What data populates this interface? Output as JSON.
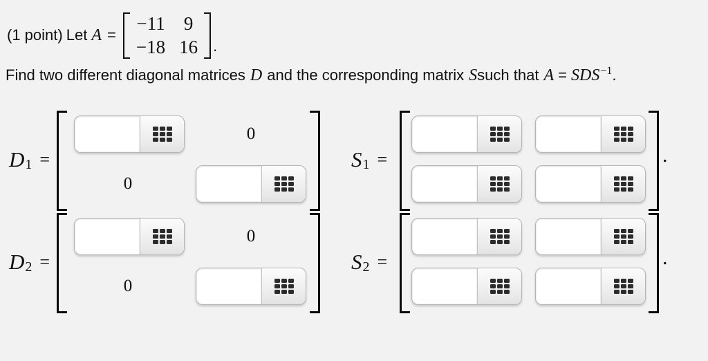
{
  "header": {
    "points": "(1 point)",
    "let_word": "Let",
    "var_a": "A",
    "equals_sign": "=",
    "matrix_a": {
      "r1c1": "−11",
      "r1c2": "9",
      "r2c1": "−18",
      "r2c2": "16"
    },
    "period": ".",
    "sentence": {
      "lead": "Find two different diagonal matrices",
      "var_d": "D",
      "mid": "and the corresponding matrix",
      "var_s": "S",
      "suchthat": "such that",
      "var_a": "A",
      "equals_sign": "=",
      "sds": "SDS",
      "exponent": "−1",
      "period": "."
    }
  },
  "icons": {
    "entry_button": "keypad-grid-icon"
  },
  "colors": {
    "page_bg": "#f2f2f2",
    "text": "#111111",
    "field_border": "#b5b5b5",
    "button_gradient_top": "#fcfcfc",
    "button_gradient_bottom": "#e2e2e2",
    "icon_squares": "#2c2c2c"
  },
  "blocks": {
    "d1": {
      "letter": "D",
      "sub": "1",
      "equals_sign": "=",
      "zero_top_right": "0",
      "zero_bottom_left": "0",
      "inputs": {
        "r1c1": "",
        "r2c2": ""
      }
    },
    "s1": {
      "letter": "S",
      "sub": "1",
      "equals_sign": "=",
      "period": ".",
      "inputs": {
        "r1c1": "",
        "r1c2": "",
        "r2c1": "",
        "r2c2": ""
      }
    },
    "d2": {
      "letter": "D",
      "sub": "2",
      "equals_sign": "=",
      "zero_top_right": "0",
      "zero_bottom_left": "0",
      "inputs": {
        "r1c1": "",
        "r2c2": ""
      }
    },
    "s2": {
      "letter": "S",
      "sub": "2",
      "equals_sign": "=",
      "period": ".",
      "inputs": {
        "r1c1": "",
        "r1c2": "",
        "r2c1": "",
        "r2c2": ""
      }
    }
  }
}
